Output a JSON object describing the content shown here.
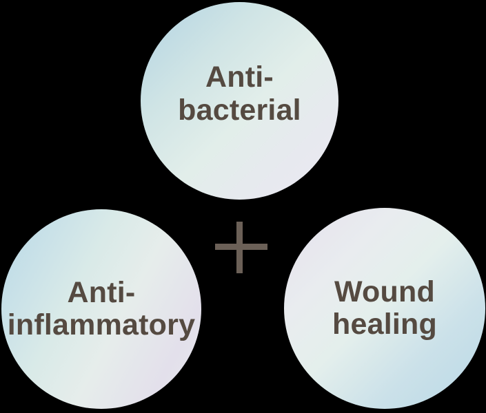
{
  "background_color": "#000000",
  "text_color": "#554a41",
  "plus": {
    "glyph": "+",
    "color": "#6b6057"
  },
  "circles": [
    {
      "name": "antibacterial",
      "line1": "Anti-",
      "line2": "bacterial",
      "gradient": "linear-gradient(135deg, #b2d3e3 0%, #cfe4e5 30%, #e2eeea 55%, #e7e9ef 78%, #eae9f1 100%)"
    },
    {
      "name": "anti-inflammatory",
      "line1": "Anti-",
      "line2": "inflammatory",
      "gradient": "linear-gradient(118deg, #b8d8e7 0%, #d9eae8 38%, #e6edeb 58%, #e3e0eb 82%, #e6e8ed 100%)"
    },
    {
      "name": "wound-healing",
      "line1": "Wound",
      "line2": "healing",
      "gradient": "linear-gradient(135deg, #e5e1ed 0%, #e9ecef 28%, #e4efec 48%, #cbe1e9 72%, #b9d8e6 100%)"
    }
  ]
}
